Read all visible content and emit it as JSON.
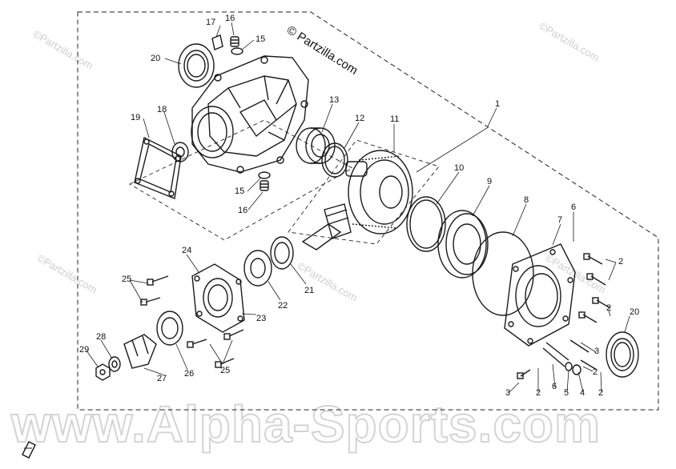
{
  "watermarks": {
    "center": "© Partzilla.com",
    "corner": "©Partzilla.com",
    "footer": "www.Alpha-Sports.com"
  },
  "callouts": [
    "1",
    "2",
    "3",
    "4",
    "5",
    "6",
    "7",
    "8",
    "9",
    "10",
    "11",
    "12",
    "13",
    "15",
    "16",
    "17",
    "18",
    "19",
    "20",
    "21",
    "22",
    "23",
    "24",
    "25",
    "26",
    "27",
    "28",
    "29"
  ],
  "part_labels": {
    "p1": "1",
    "p2": "2",
    "p3": "3",
    "p4": "4",
    "p5": "5",
    "p6": "6",
    "p7": "7",
    "p8": "8",
    "p9": "9",
    "p10": "10",
    "p11": "11",
    "p12": "12",
    "p13": "13",
    "p15": "15",
    "p16": "16",
    "p17": "17",
    "p18": "18",
    "p19": "19",
    "p20": "20",
    "p21": "21",
    "p22": "22",
    "p23": "23",
    "p24": "24",
    "p25": "25",
    "p26": "26",
    "p27": "27",
    "p28": "28",
    "p29": "29"
  }
}
